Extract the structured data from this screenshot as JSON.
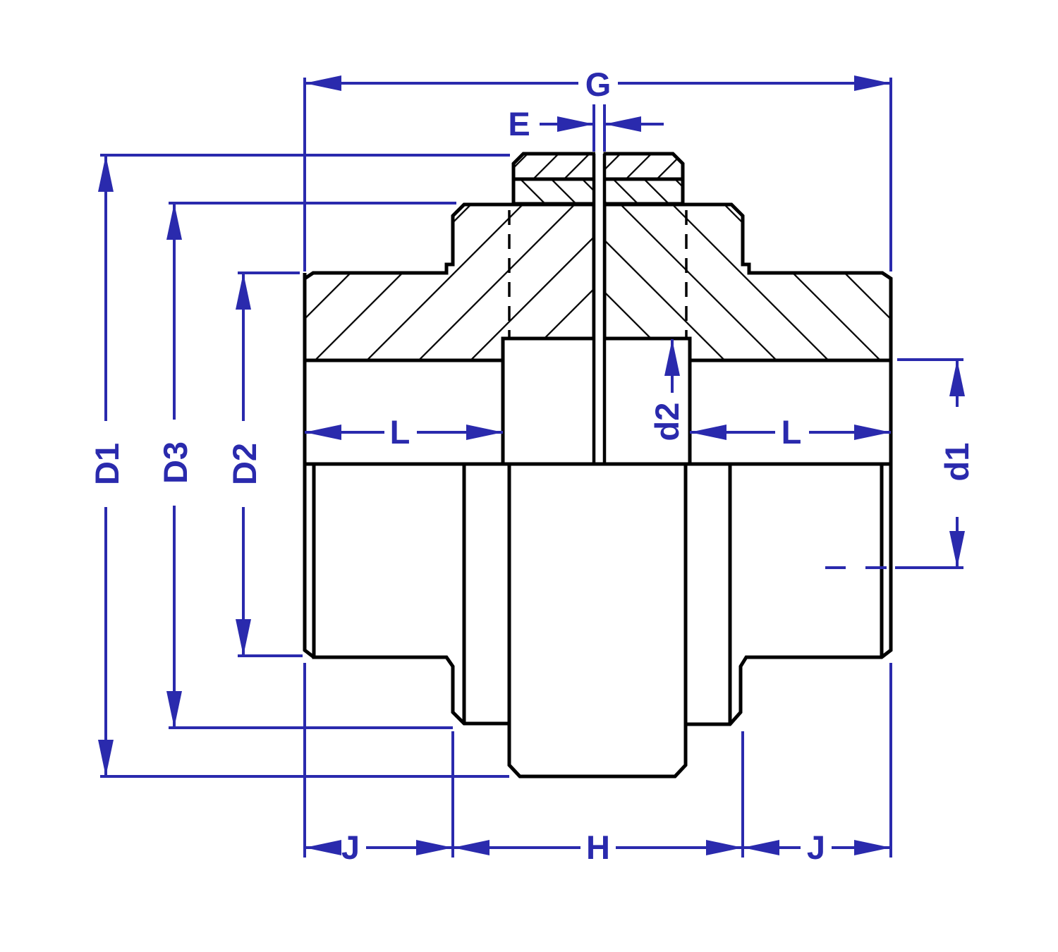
{
  "drawing": {
    "type": "coupling-cross-section-dimensional-diagram",
    "colors": {
      "annotation_blue": "#2a2aad",
      "line_black": "#000000",
      "background": "#ffffff"
    },
    "dimensions": {
      "overall_width": "G",
      "face_gap": "E",
      "outer_diameter": "D1",
      "flange_boss_diameter": "D3",
      "body_diameter": "D2",
      "hub_length_left": "L",
      "hub_length_right": "L",
      "bore_diameter": "d1",
      "inner_diameter": "d2",
      "hub_end_length_left": "J",
      "center_length": "H",
      "hub_end_length_right": "J"
    }
  }
}
